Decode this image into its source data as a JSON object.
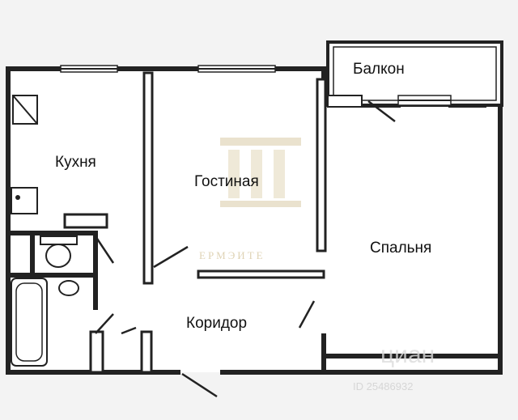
{
  "rooms": {
    "balcony": "Балкон",
    "kitchen": "Кухня",
    "living": "Гостиная",
    "bedroom": "Спальня",
    "corridor": "Коридор"
  },
  "watermarks": {
    "agency": "ЕРМЭИТЕ",
    "portal": "циан",
    "listing_id": "ID 25486932"
  },
  "colors": {
    "wall": "#222222",
    "background": "#f3f3f3",
    "watermark_gold": "#d8c9a3"
  }
}
